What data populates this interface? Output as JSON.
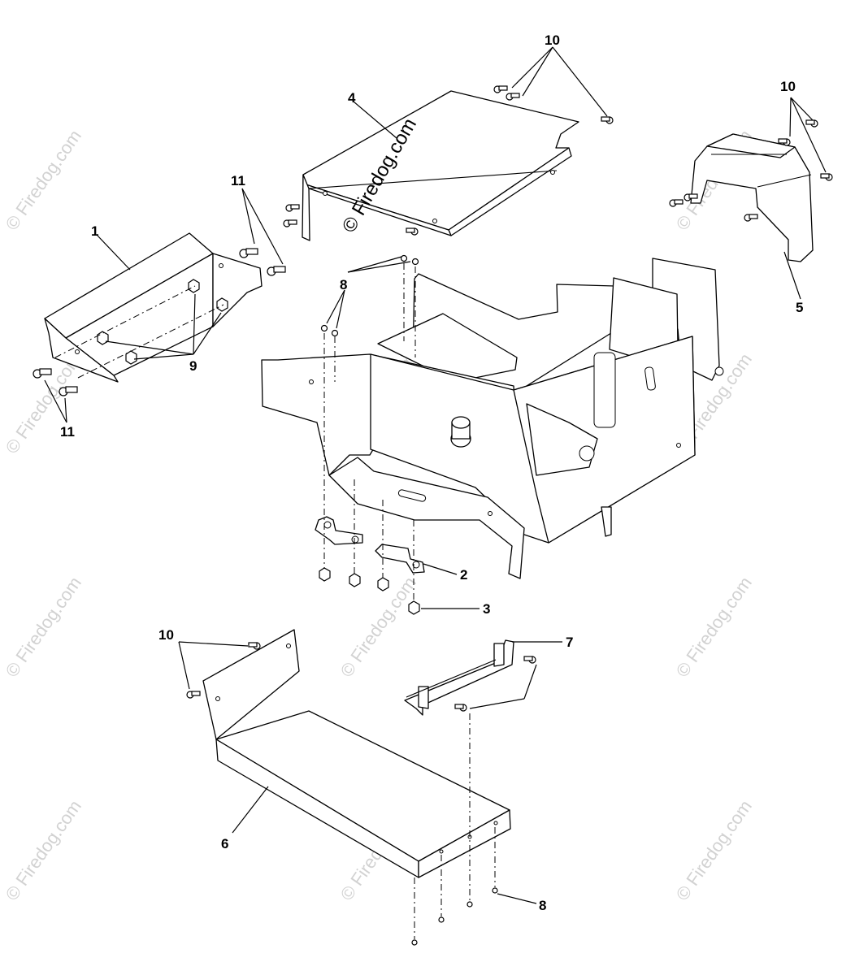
{
  "watermarks": {
    "main": "© Firedog.com",
    "tile": "© Firedog.com"
  },
  "callouts": {
    "c1": "1",
    "c2": "2",
    "c3": "3",
    "c4": "4",
    "c5": "5",
    "c6": "6",
    "c7": "7",
    "c8a": "8",
    "c8b": "8",
    "c9": "9",
    "c10a": "10",
    "c10b": "10",
    "c10c": "10",
    "c11a": "11",
    "c11b": "11"
  }
}
